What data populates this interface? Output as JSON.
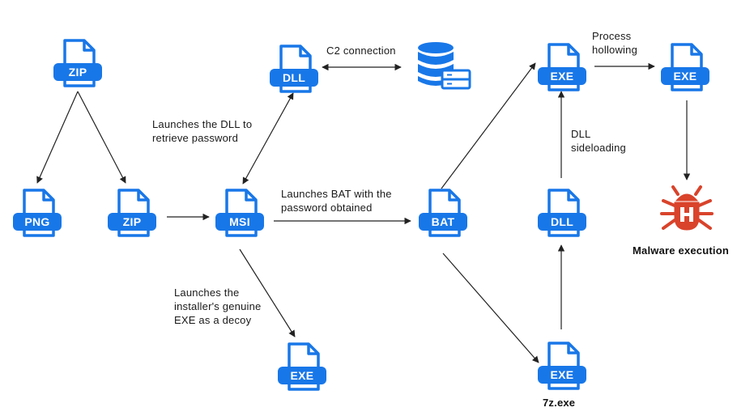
{
  "files": {
    "zip_top": "ZIP",
    "png": "PNG",
    "zip_mid": "ZIP",
    "msi": "MSI",
    "dll_c2": "DLL",
    "exe_decoy": "EXE",
    "bat": "BAT",
    "exe_7z": "EXE",
    "dll_side": "DLL",
    "exe_host": "EXE",
    "exe_hollow": "EXE"
  },
  "labels": {
    "c2_connection": "C2 connection",
    "launch_dll_1": "Launches the DLL to",
    "launch_dll_2": "retrieve password",
    "launch_bat_1": "Launches BAT with the",
    "launch_bat_2": "password obtained",
    "decoy_1": "Launches the",
    "decoy_2": "installer's genuine",
    "decoy_3": "EXE as a decoy",
    "hollow_1": "Process",
    "hollow_2": "hollowing",
    "sideload_1": "DLL",
    "sideload_2": "sideloading",
    "exe_7z_name": "7z.exe",
    "malware": "Malware execution"
  },
  "icons": {
    "file": "file-icon",
    "database": "database-icon",
    "malware": "bug-icon"
  },
  "colors": {
    "accent": "#1877e8",
    "malware": "#d9432b",
    "arrow": "#222222"
  }
}
